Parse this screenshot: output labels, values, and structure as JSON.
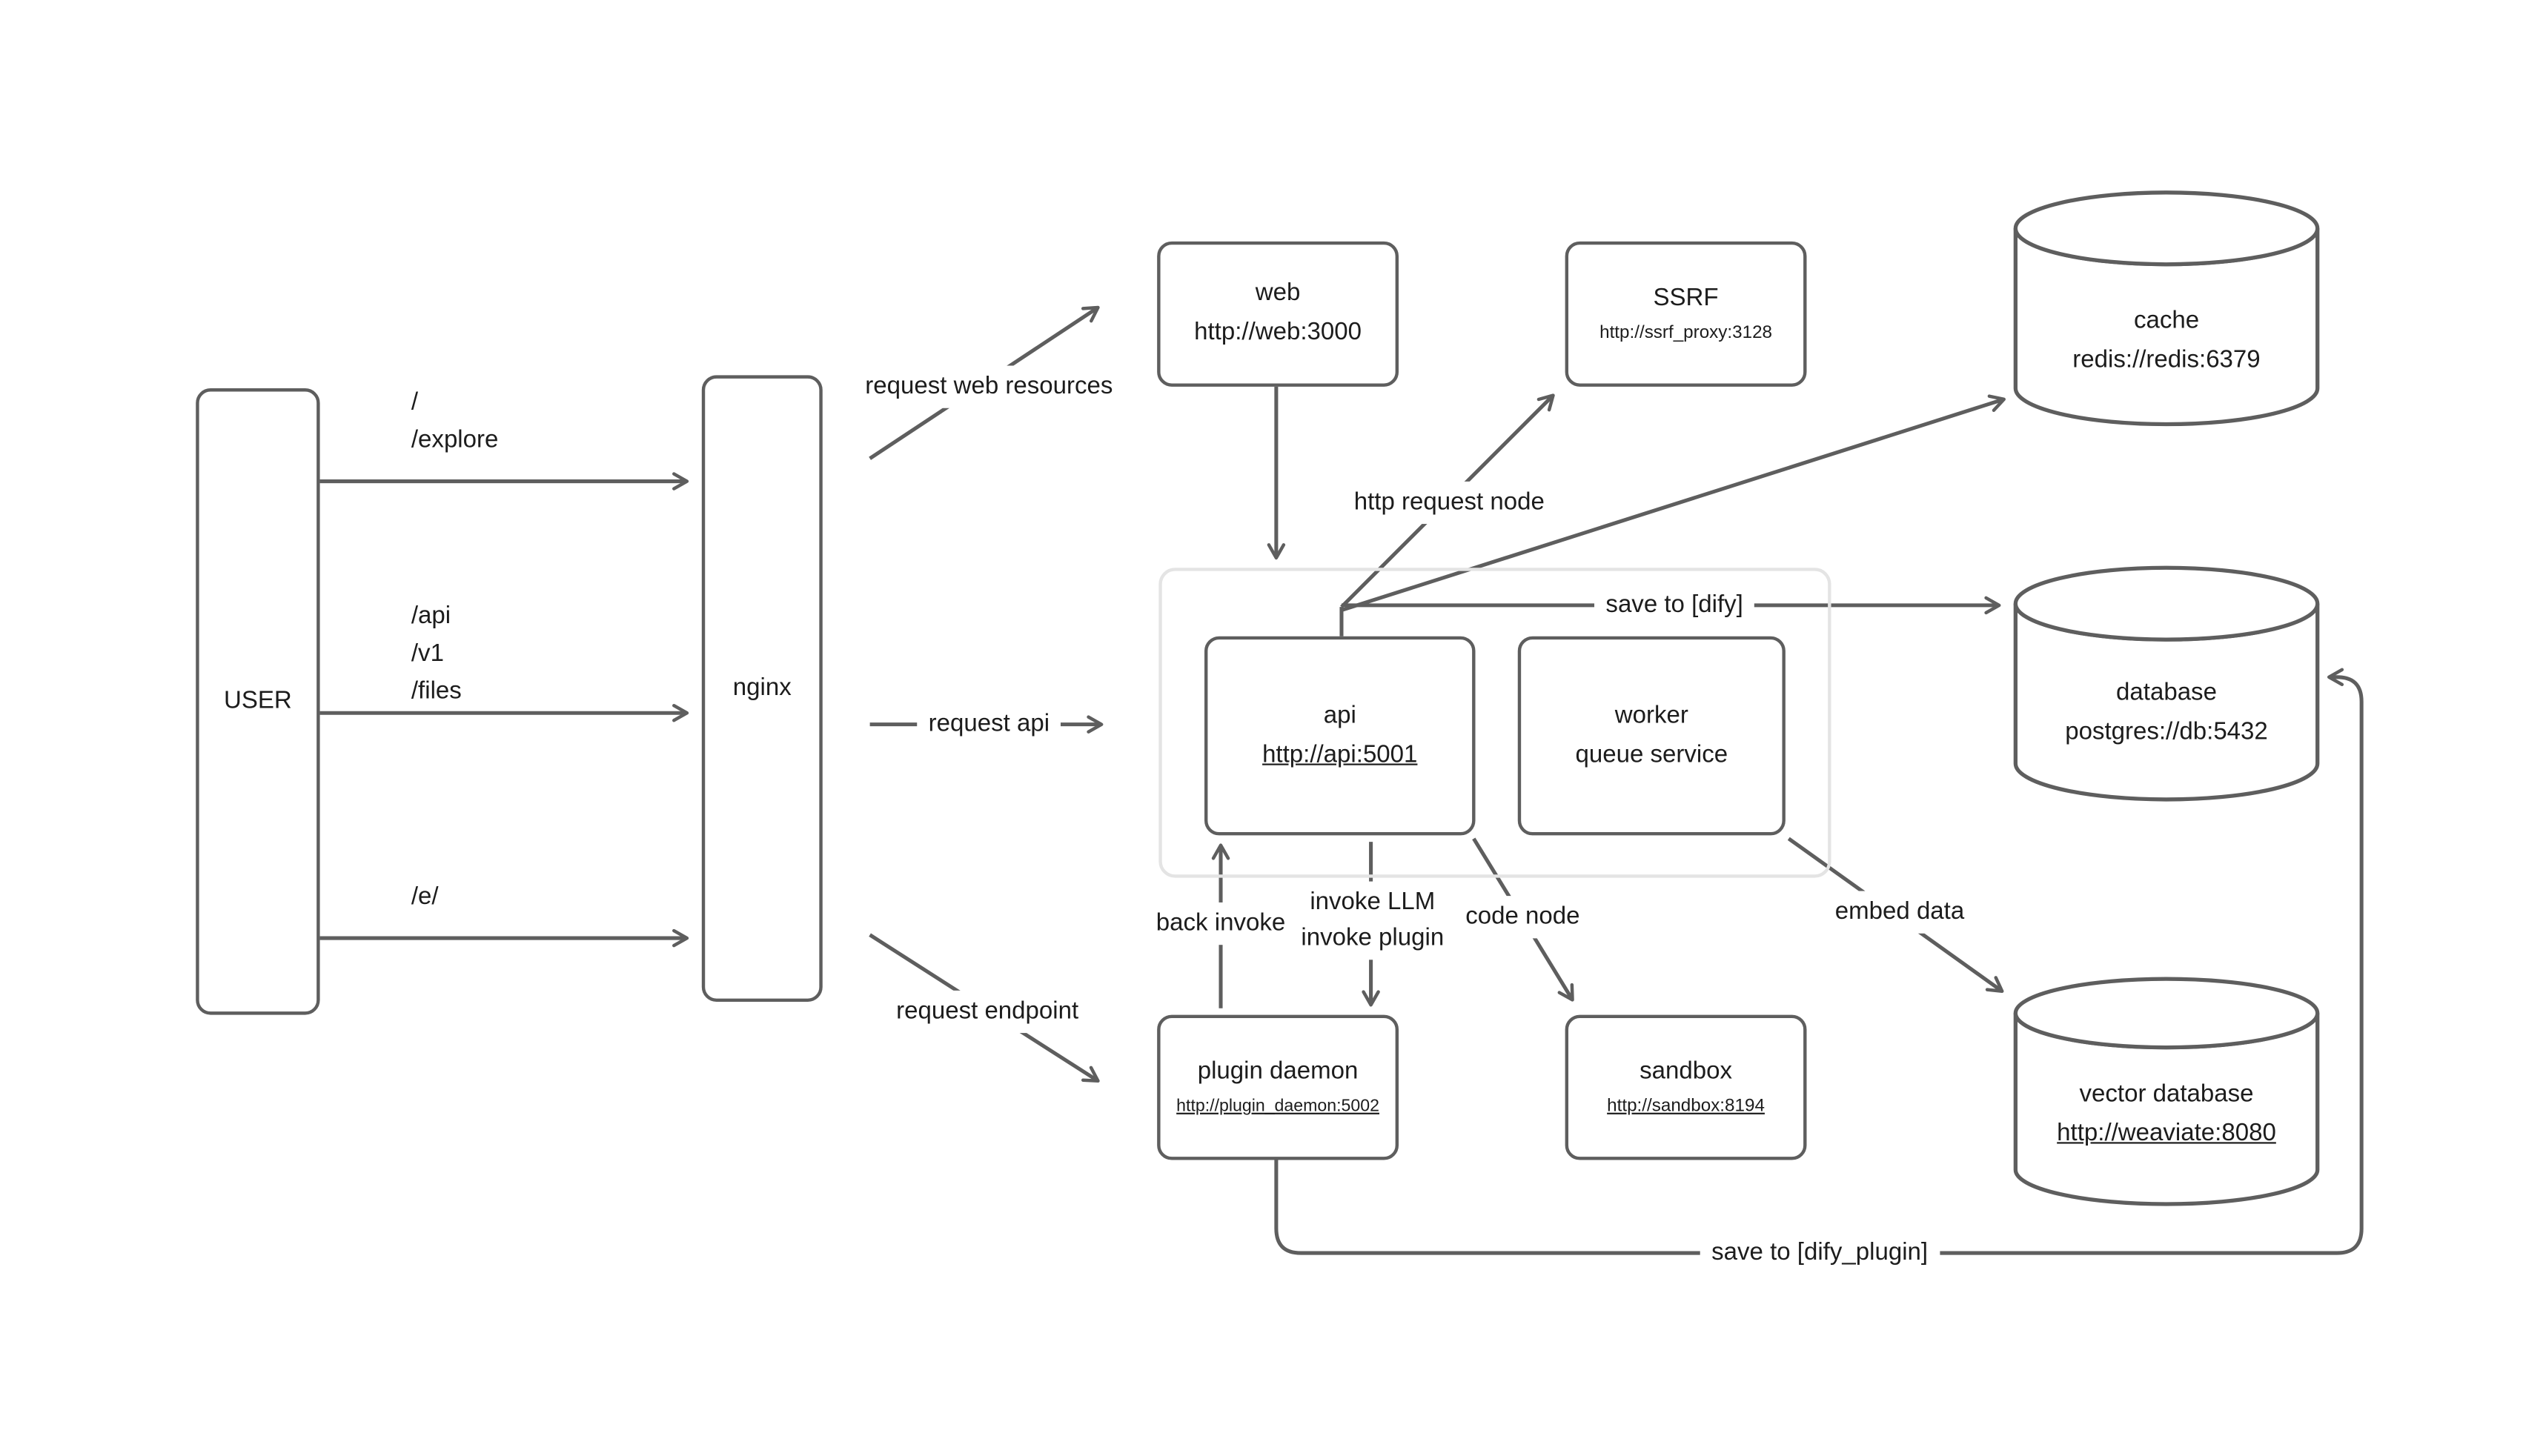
{
  "theme": {
    "bg": "#ffffff",
    "stroke": "#5e5e5e",
    "text": "#1c1c1c",
    "group-border": "#e4e4e4"
  },
  "nodes": {
    "user": {
      "label": "USER"
    },
    "nginx": {
      "label": "nginx"
    },
    "web": {
      "title": "web",
      "subtitle": "http://web:3000"
    },
    "ssrf": {
      "title": "SSRF",
      "subtitle": "http://ssrf_proxy:3128"
    },
    "cache": {
      "title": "cache",
      "subtitle": "redis://redis:6379"
    },
    "api": {
      "title": "api",
      "subtitle": "http://api:5001"
    },
    "worker": {
      "title": "worker",
      "subtitle": "queue service"
    },
    "database": {
      "title": "database",
      "subtitle": "postgres://db:5432"
    },
    "plugin_daemon": {
      "title": "plugin daemon",
      "subtitle": "http://plugin_daemon:5002"
    },
    "sandbox": {
      "title": "sandbox",
      "subtitle": "http://sandbox:8194"
    },
    "vector_database": {
      "title": "vector database",
      "subtitle": "http://weaviate:8080"
    }
  },
  "edges": {
    "user_routes_top": [
      "/",
      "/explore"
    ],
    "user_routes_mid": [
      "/api",
      "/v1",
      "/files"
    ],
    "user_routes_bottom": [
      "/e/"
    ],
    "request_web": "request web resources",
    "request_api": "request api",
    "request_endpoint": "request endpoint",
    "http_request_node": "http request node",
    "save_dify": "save to [dify]",
    "back_invoke": "back invoke",
    "invoke": [
      "invoke LLM",
      "invoke plugin"
    ],
    "code_node": "code node",
    "embed_data": "embed data",
    "save_dify_plugin": "save to [dify_plugin]"
  }
}
